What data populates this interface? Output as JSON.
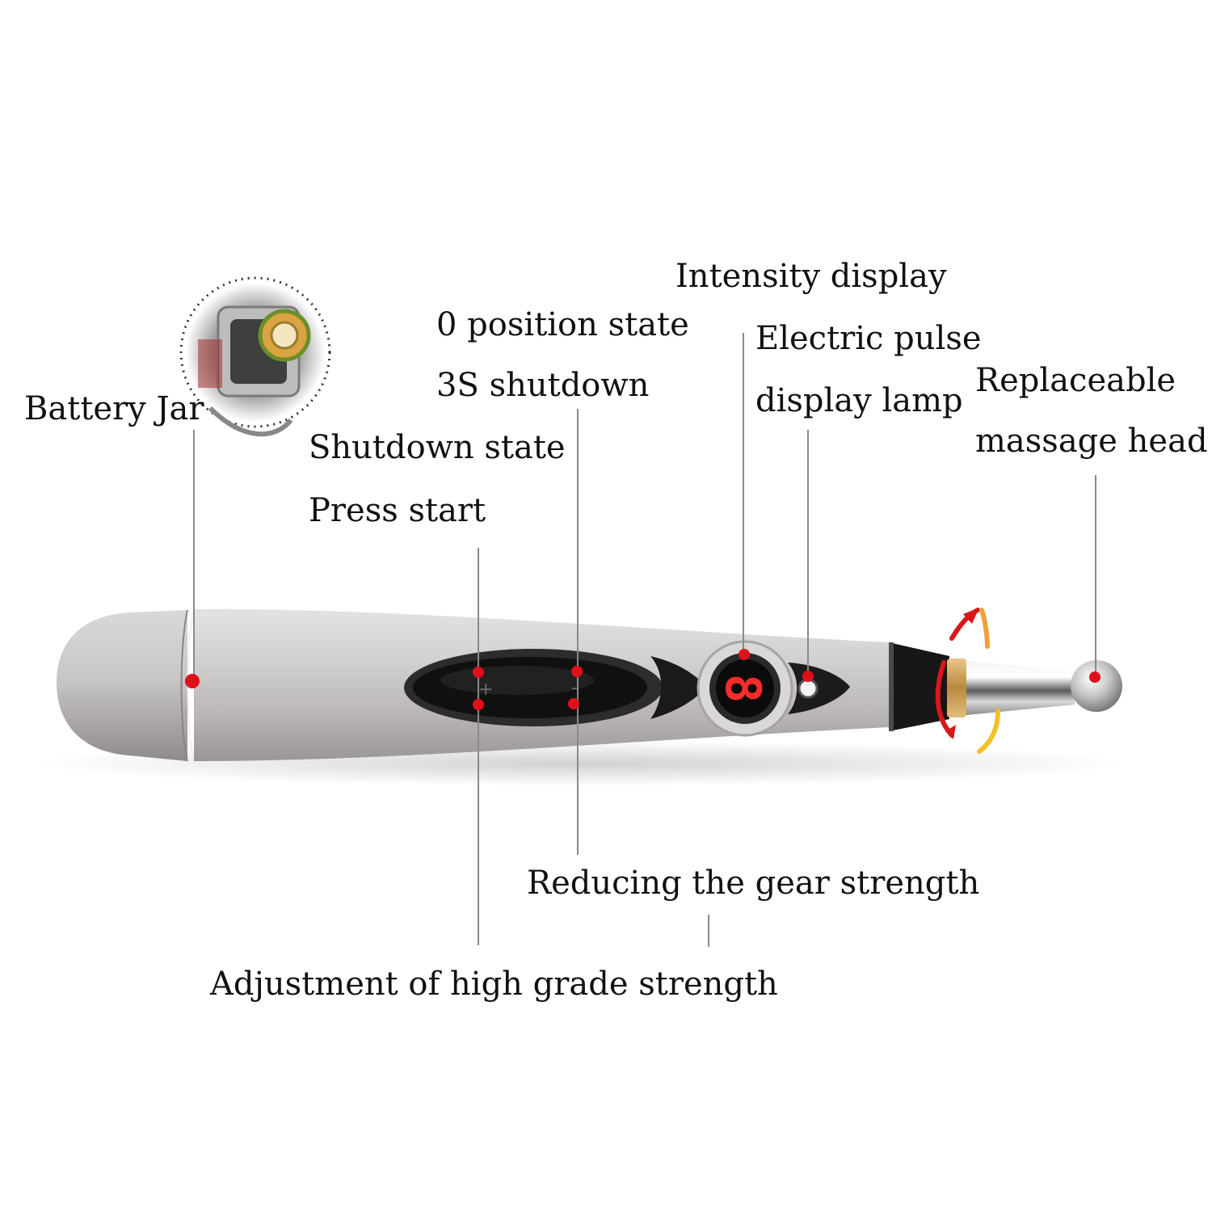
{
  "labels": {
    "battery_jar": "Battery Jar",
    "position_state": "0  position state",
    "shutdown_3s": "3S shutdown",
    "shutdown_state": "Shutdown state",
    "press_start": "Press start",
    "intensity_display": "Intensity display",
    "pulse_lamp_line1": "Electric pulse",
    "pulse_lamp_line2": "display lamp",
    "massage_head_line1": "Replaceable",
    "massage_head_line2": "massage head",
    "reducing_strength": "Reducing the gear strength",
    "high_grade_strength": "Adjustment of high grade strength"
  },
  "display": {
    "digit": "8"
  },
  "colors": {
    "marker": "#e0101a",
    "callout_line": "#8a8a8a",
    "body_silver": "#c9c6c6",
    "display_glow": "#ff2a2a",
    "rotation_arrow_red": "#d81818",
    "rotation_arrow_yellow": "#f2c027"
  },
  "icons": {
    "marker": "red-dot-marker",
    "rotation": "rotation-arrows-icon"
  }
}
